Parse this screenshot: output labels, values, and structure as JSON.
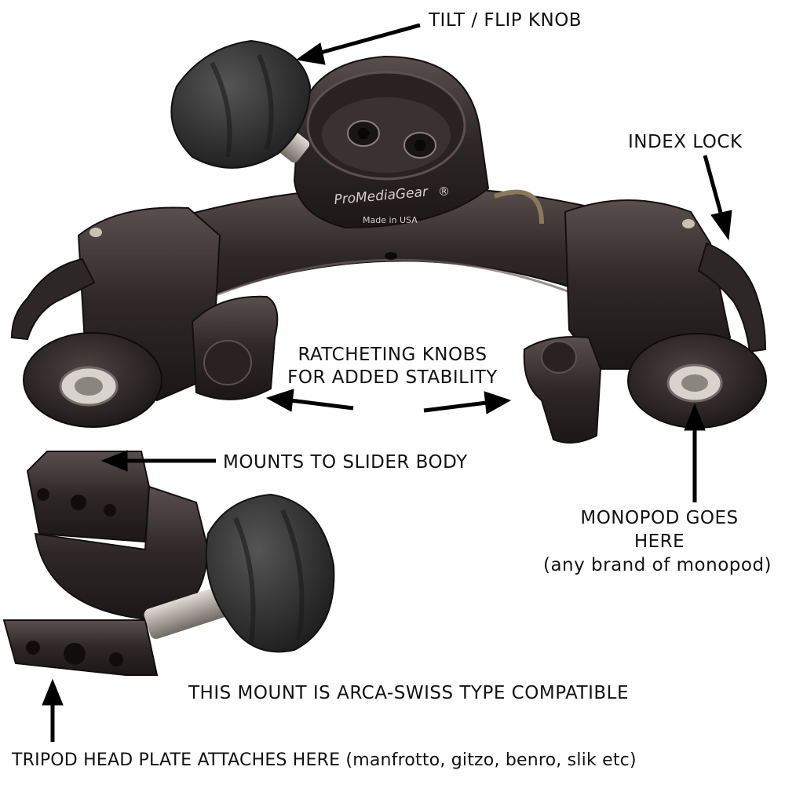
{
  "product": {
    "brand_text": "ProMediaGear",
    "registered_mark": "®",
    "made_in": "Made in USA"
  },
  "callouts": {
    "tilt_flip_knob": "TILT / FLIP KNOB",
    "index_lock": "INDEX LOCK",
    "ratcheting_knobs_line1": "RATCHETING KNOBS",
    "ratcheting_knobs_line2": "FOR ADDED STABILITY",
    "mounts_to_slider_body": "MOUNTS TO SLIDER BODY",
    "monopod_line1": "MONOPOD GOES",
    "monopod_line2": "HERE",
    "monopod_line3": "(any brand of monopod)",
    "arca_swiss": "THIS MOUNT IS ARCA-SWISS TYPE COMPATIBLE",
    "tripod_head_plate": "TRIPOD HEAD PLATE ATTACHES HERE (manfrotto, gitzo, benro, slik etc)"
  },
  "colors": {
    "metal_dark": "#2b2424",
    "metal_mid": "#4a3f3f",
    "metal_highlight": "#6d6060",
    "knob_rubber": "#3a3a3a",
    "thread_silver": "#b9b4ae",
    "arrow": "#000000",
    "text": "#111111"
  }
}
